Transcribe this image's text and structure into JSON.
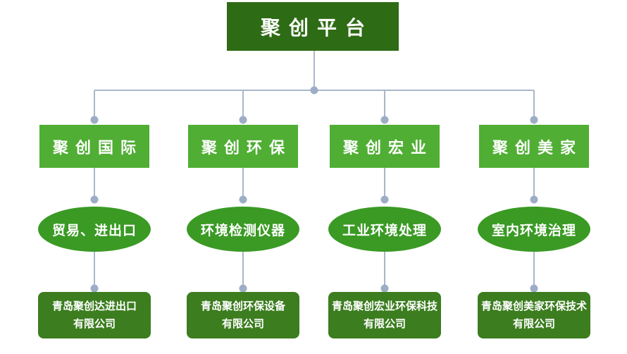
{
  "diagram": {
    "root": {
      "label": "聚创平台"
    },
    "branches": [
      {
        "name": "聚创国际",
        "category": "贸易、进出口",
        "company_line1": "青岛聚创达进出口",
        "company_line2": "有限公司"
      },
      {
        "name": "聚创环保",
        "category": "环境检测仪器",
        "company_line1": "青岛聚创环保设备",
        "company_line2": "有限公司"
      },
      {
        "name": "聚创宏业",
        "category": "工业环境处理",
        "company_line1": "青岛聚创宏业环保科技",
        "company_line2": "有限公司"
      },
      {
        "name": "聚创美家",
        "category": "室内环境治理",
        "company_line1": "青岛聚创美家环保技术",
        "company_line2": "有限公司"
      }
    ]
  },
  "colors": {
    "root_box": "#2e6b15",
    "branch_box": "#4fae33",
    "category_ellipse": "#3a9a24",
    "company_box": "#3c7d1f",
    "connector_line": "#a9b7cb",
    "connector_dot": "#9dadc6",
    "node_text": "#ffffff",
    "background": "#ffffff"
  }
}
